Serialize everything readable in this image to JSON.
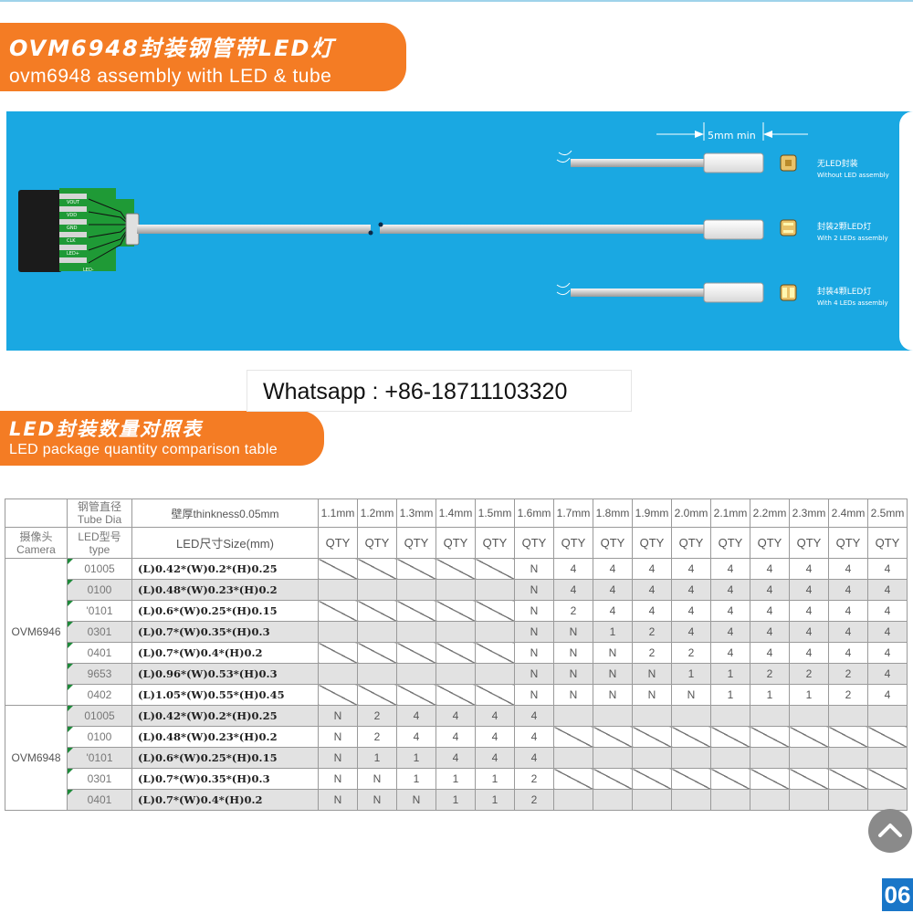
{
  "section1": {
    "title_cn": "OVM6948封装钢管带LED灯",
    "title_en": "ovm6948 assembly with LED & tube"
  },
  "diagram": {
    "dimension_label": "5mm min",
    "pcb_pins": [
      "VOUT",
      "VDD",
      "GND",
      "CLK",
      "LED+",
      "LED-"
    ],
    "variants": [
      {
        "cn": "无LED封装",
        "en": "Without LED assembly"
      },
      {
        "cn": "封装2颗LED灯",
        "en": "With 2 LEDs assembly"
      },
      {
        "cn": "封装4颗LED灯",
        "en": "With 4 LEDs assembly"
      }
    ]
  },
  "whatsapp": "Whatsapp : +86-18711103320",
  "section2": {
    "title_cn": "LED封装数量对照表",
    "title_en": "LED package quantity comparison table"
  },
  "table": {
    "hdr_tube_dia_cn": "钢管直径",
    "hdr_tube_dia_en": "Tube Dia",
    "hdr_wall": "壁厚thinkness0.05mm",
    "hdr_camera_cn": "摄像头",
    "hdr_camera_en": "Camera",
    "hdr_led_type_cn": "LED型号",
    "hdr_led_type_en": "type",
    "hdr_led_size": "LED尺寸Size(mm)",
    "qty_label": "QTY",
    "diameters": [
      "1.1mm",
      "1.2mm",
      "1.3mm",
      "1.4mm",
      "1.5mm",
      "1.6mm",
      "1.7mm",
      "1.8mm",
      "1.9mm",
      "2.0mm",
      "2.1mm",
      "2.2mm",
      "2.3mm",
      "2.4mm",
      "2.5mm"
    ],
    "groups": [
      {
        "camera": "OVM6946",
        "rows": [
          {
            "type": "01005",
            "size": "(L)0.42*(W)0.2*(H)0.25",
            "vals": [
              "X",
              "X",
              "X",
              "X",
              "X",
              "N",
              "4",
              "4",
              "4",
              "4",
              "4",
              "4",
              "4",
              "4",
              "4"
            ]
          },
          {
            "type": "0100",
            "size": "(L)0.48*(W)0.23*(H)0.2",
            "vals": [
              "X",
              "X",
              "X",
              "X",
              "X",
              "N",
              "4",
              "4",
              "4",
              "4",
              "4",
              "4",
              "4",
              "4",
              "4"
            ]
          },
          {
            "type": "'0101",
            "size": "(L)0.6*(W)0.25*(H)0.15",
            "vals": [
              "X",
              "X",
              "X",
              "X",
              "X",
              "N",
              "2",
              "4",
              "4",
              "4",
              "4",
              "4",
              "4",
              "4",
              "4"
            ]
          },
          {
            "type": "0301",
            "size": "(L)0.7*(W)0.35*(H)0.3",
            "vals": [
              "X",
              "X",
              "X",
              "X",
              "X",
              "N",
              "N",
              "1",
              "2",
              "4",
              "4",
              "4",
              "4",
              "4",
              "4"
            ]
          },
          {
            "type": "0401",
            "size": "(L)0.7*(W)0.4*(H)0.2",
            "vals": [
              "X",
              "X",
              "X",
              "X",
              "X",
              "N",
              "N",
              "N",
              "2",
              "2",
              "4",
              "4",
              "4",
              "4",
              "4"
            ]
          },
          {
            "type": "9653",
            "size": "(L)0.96*(W)0.53*(H)0.3",
            "vals": [
              "X",
              "X",
              "X",
              "X",
              "X",
              "N",
              "N",
              "N",
              "N",
              "1",
              "1",
              "2",
              "2",
              "2",
              "4"
            ]
          },
          {
            "type": "0402",
            "size": "(L)1.05*(W)0.55*(H)0.45",
            "vals": [
              "X",
              "X",
              "X",
              "X",
              "X",
              "N",
              "N",
              "N",
              "N",
              "N",
              "1",
              "1",
              "1",
              "2",
              "4"
            ]
          }
        ]
      },
      {
        "camera": "OVM6948",
        "rows": [
          {
            "type": "01005",
            "size": "(L)0.42*(W)0.2*(H)0.25",
            "vals": [
              "N",
              "2",
              "4",
              "4",
              "4",
              "4",
              "X",
              "X",
              "X",
              "X",
              "X",
              "X",
              "X",
              "X",
              "X"
            ]
          },
          {
            "type": "0100",
            "size": "(L)0.48*(W)0.23*(H)0.2",
            "vals": [
              "N",
              "2",
              "4",
              "4",
              "4",
              "4",
              "X",
              "X",
              "X",
              "X",
              "X",
              "X",
              "X",
              "X",
              "X"
            ]
          },
          {
            "type": "'0101",
            "size": "(L)0.6*(W)0.25*(H)0.15",
            "vals": [
              "N",
              "1",
              "1",
              "4",
              "4",
              "4",
              "X",
              "X",
              "X",
              "X",
              "X",
              "X",
              "X",
              "X",
              "X"
            ]
          },
          {
            "type": "0301",
            "size": "(L)0.7*(W)0.35*(H)0.3",
            "vals": [
              "N",
              "N",
              "1",
              "1",
              "1",
              "2",
              "X",
              "X",
              "X",
              "X",
              "X",
              "X",
              "X",
              "X",
              "X"
            ]
          },
          {
            "type": "0401",
            "size": "(L)0.7*(W)0.4*(H)0.2",
            "vals": [
              "N",
              "N",
              "N",
              "1",
              "1",
              "2",
              "X",
              "X",
              "X",
              "X",
              "X",
              "X",
              "X",
              "X",
              "X"
            ]
          }
        ]
      }
    ]
  },
  "page_number": "06",
  "colors": {
    "accent_orange": "#f47c24",
    "diagram_blue": "#1aa8e2",
    "row_shade": "#e2e2e2",
    "page_badge": "#1976c8"
  },
  "icons": {
    "scroll_top": "chevron-up-icon"
  }
}
